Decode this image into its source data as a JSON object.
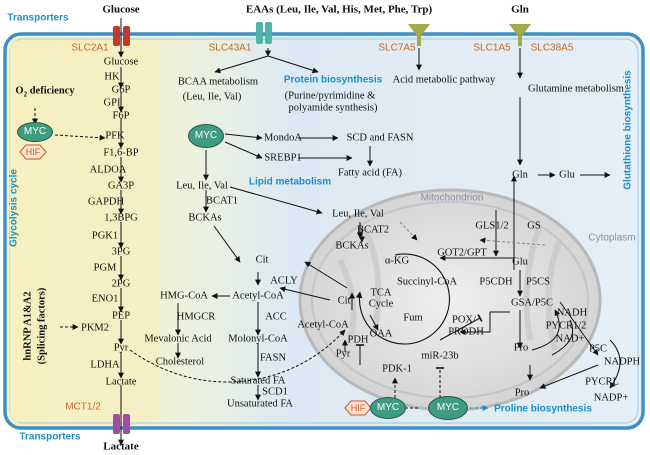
{
  "labels": {
    "transporters_top": "Transporters",
    "transporters_bottom": "Transporters",
    "glucose": "Glucose",
    "eaas": "EAAs (Leu, Ile, Val, His, Met, Phe, Trp)",
    "gln_top": "Gln",
    "slc2a1": "SLC2A1",
    "slc43a1": "SLC43A1",
    "slc7a5": "SLC7A5",
    "slc1a5": "SLC1A5",
    "slc38a5": "SLC38A5",
    "mct": "MCT1/2",
    "lactate_out": "Lactate",
    "glycolysis": [
      "Glucose",
      "HK",
      "G6P",
      "GPI",
      "F6P",
      "PFK",
      "F1,6-BP",
      "ALDOA",
      "GA3P",
      "GAPDH",
      "1,3BPG",
      "PGK1",
      "3PG",
      "PGM",
      "2PG",
      "ENO1",
      "PEP",
      "PKM2",
      "Pyr",
      "LDHA",
      "Lactate"
    ],
    "o2": "O",
    "o2_sub": "2",
    "o2_rest": " deficiency",
    "myc": "MYC",
    "hif": "HIF",
    "glycolysis_cycle": "Glycolysis cycle",
    "hnrnp": "hnRNP A1&A2",
    "splicing": "(Splicing factors)",
    "bcaa_metab": "BCAA metabolism",
    "bcaa_list": "(Leu, Ile, Val)",
    "protein_bio": "Protein biosynthesis",
    "purine": "(Purine/pyrimidine &",
    "polyamide": "polyamide synthesis)",
    "acid_path": "Acid metabolic pathway",
    "gln_metab": "Glutamine metabolism",
    "glutathione": "Glutathione biosynthesis",
    "mondoa": "MondoA",
    "srebp1": "SREBP1",
    "scd_fasn": "SCD and FASN",
    "fatty_acid": "Fatty acid (FA)",
    "lipid": "Lipid metabolism",
    "leu_ile_val": "Leu, Ile, Val",
    "bcat1": "BCAT1",
    "bckas": "BCKAs",
    "leu_ile_val2": "Leu, Ile, Val",
    "bcat2": "BCAT2",
    "bckas2": "BCKAs",
    "mito": "Mitochondrion",
    "cytoplasm": "Cytoplasm",
    "cit1": "Cit",
    "acly": "ACLY",
    "hmgcoa": "HMG-CoA",
    "acetylcoa": "Acetyl-CoA",
    "hmgcr": "HMGCR",
    "acc": "ACC",
    "mevalonic": "Mevalonic Acid",
    "molonyl": "Molonyl-CoA",
    "cholesterol": "Cholesterol",
    "fasn": "FASN",
    "saturated": "Saturated FA",
    "scd1": "SCD1",
    "unsaturated": "Unsaturated FA",
    "akg": "α-KG",
    "got": "GOT2/GPT",
    "succ": "Succinyl-CoA",
    "tca1": "TCA",
    "tca2": "Cycle",
    "cit2": "Cit",
    "fum": "Fum",
    "acetylcoa2": "Acetyl-CoA",
    "oaa": "OAA",
    "pdh": "PDH",
    "pyr2": "Pyr",
    "pdk": "PDK-1",
    "gls": "GLS1/2",
    "gs": "GS",
    "gln_mid": "Gln",
    "glu_mid": "Glu",
    "glu_top": "Glu",
    "p5cdh": "P5CDH",
    "p5cs": "P5CS",
    "gsa": "GSA/P5C",
    "pox": "POX/",
    "prodh": "PRODH",
    "nadh": "NADH",
    "pycr12": "PYCR1/2",
    "nadplus": "NAD+",
    "pro1": "Pro",
    "p5c": "P5C",
    "nadph": "NADPH",
    "pycrl": "PYCRL",
    "pro2": "Pro",
    "nadpplus": "NADP+",
    "mir": "miR-23b",
    "proline": "Proline biosynthesis"
  },
  "colors": {
    "accent_blue": "#1b8fc6",
    "orange": "#c56a28",
    "myc_green": "#3f9c80",
    "transporter_red": "#c0392b",
    "transporter_teal": "#4fb3a8",
    "transporter_olive": "#a3a84a",
    "transporter_purple": "#a54ba5"
  }
}
